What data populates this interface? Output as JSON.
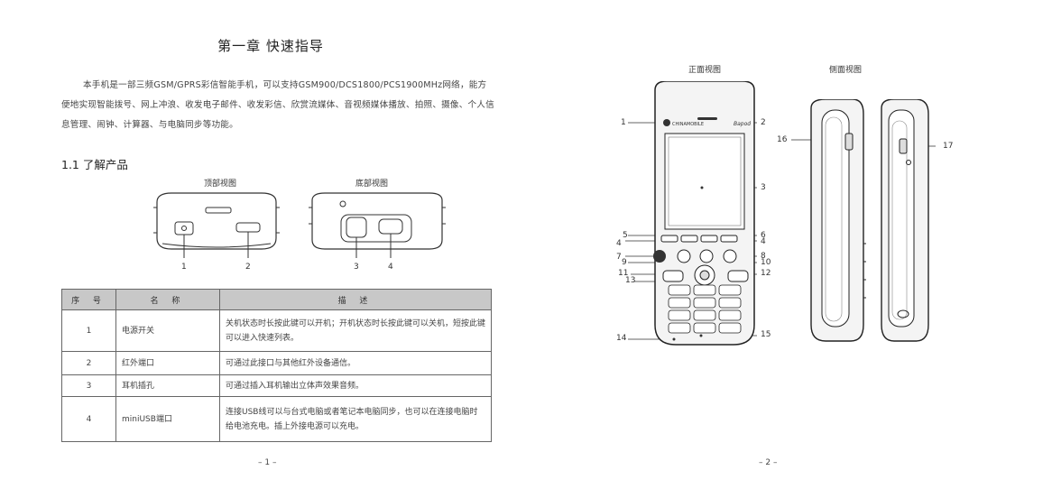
{
  "left_page": {
    "title": "第一章  快速指导",
    "intro": "本手机是一部三频GSM/GPRS彩信智能手机，可以支持GSM900/DCS1800/PCS1900MHz网络，能方便地实现智能拨号、网上冲浪、收发电子邮件、收发彩信、欣赏流媒体、音视频媒体播放、拍照、摄像、个人信息管理、闹钟、计算器、与电脑同步等功能。",
    "section": "1.1  了解产品",
    "top_view_label": "顶部视图",
    "bottom_view_label": "底部视图",
    "callouts": [
      "1",
      "2",
      "3",
      "4"
    ],
    "table": {
      "headers": [
        "序 号",
        "名 称",
        "描 述"
      ],
      "rows": [
        {
          "no": "1",
          "name": "电源开关",
          "desc": "关机状态时长按此键可以开机；开机状态时长按此键可以关机，短按此键可以进入快速列表。"
        },
        {
          "no": "2",
          "name": "红外端口",
          "desc": "可通过此接口与其他红外设备通信。"
        },
        {
          "no": "3",
          "name": "耳机插孔",
          "desc": "可通过插入耳机输出立体声效果音频。"
        },
        {
          "no": "4",
          "name": "miniUSB端口",
          "desc": "连接USB线可以与台式电脑或者笔记本电脑同步，也可以在连接电脑时给电池充电。插上外接电源可以充电。"
        }
      ]
    },
    "page_number": "– 1 –"
  },
  "right_page": {
    "front_view_label": "正面视图",
    "side_view_label": "侧面视图",
    "callouts": [
      "1",
      "2",
      "3",
      "4",
      "5",
      "6",
      "4",
      "7",
      "8",
      "9",
      "10",
      "11",
      "12",
      "13",
      "14",
      "15",
      "16",
      "17"
    ],
    "brand_small": "CHINAMOBILE",
    "brand_right": "Bapod",
    "page_number": "– 2 –"
  }
}
